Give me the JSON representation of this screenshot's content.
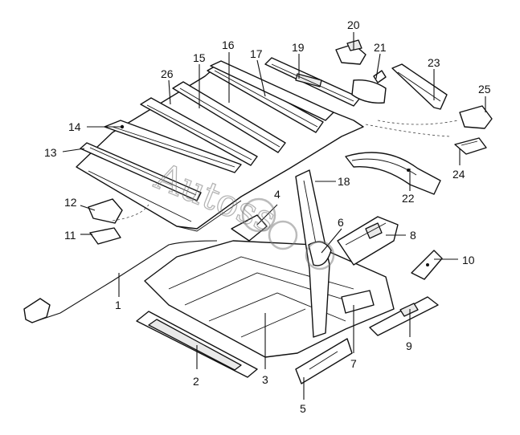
{
  "diagram": {
    "type": "exploded-parts-diagram",
    "background_color": "#ffffff",
    "line_color": "#111111",
    "callouts": [
      "1",
      "2",
      "3",
      "4",
      "5",
      "6",
      "7",
      "8",
      "9",
      "10",
      "11",
      "12",
      "13",
      "14",
      "15",
      "16",
      "17",
      "18",
      "19",
      "20",
      "21",
      "22",
      "23",
      "24",
      "25",
      "26"
    ],
    "watermark": {
      "text": "Autoss",
      "color": "#777777"
    }
  }
}
